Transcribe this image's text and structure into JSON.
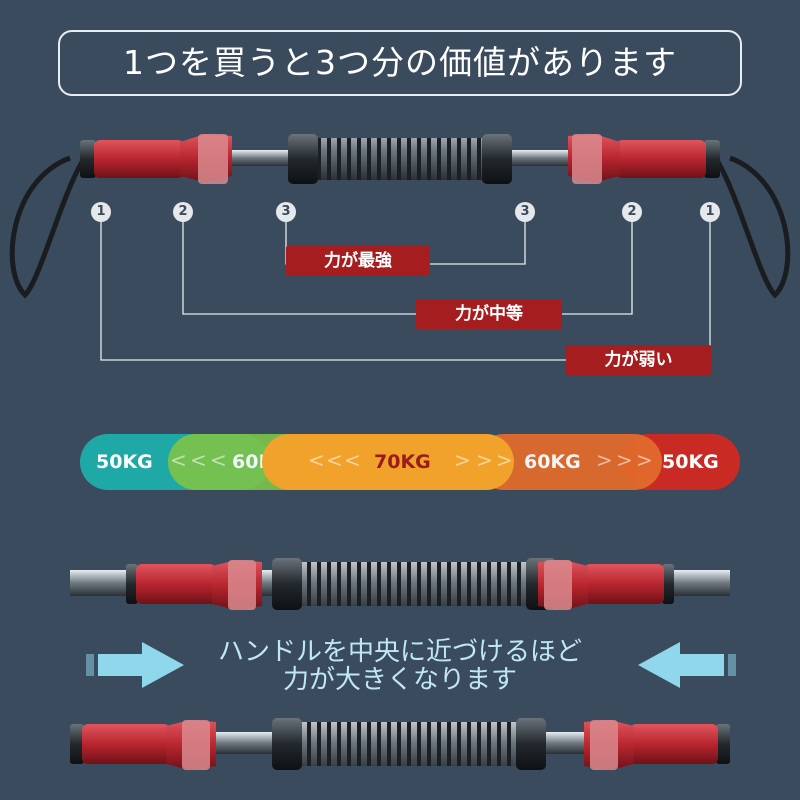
{
  "banner": {
    "text": "1つを買うと3つ分の価値があります"
  },
  "markers": [
    "1",
    "2",
    "3",
    "3",
    "2",
    "1"
  ],
  "strength_labels": {
    "strongest": "力が最強",
    "medium": "力が中等",
    "weak": "力が弱い"
  },
  "scale": [
    {
      "label": "50KG",
      "color": "#1ea9a7"
    },
    {
      "label": "60KG",
      "color": "#7cc24a"
    },
    {
      "label": "70KG",
      "color": "#f0a22a"
    },
    {
      "label": "60KG",
      "color": "#e06a2c"
    },
    {
      "label": "50KG",
      "color": "#c92b24"
    }
  ],
  "scale_chevrons": [
    "<",
    "<",
    "<",
    "<",
    "<",
    "<",
    ">",
    ">",
    ">",
    ">",
    ">",
    ">"
  ],
  "caption": {
    "line1": "ハンドルを中央に近づけるほど",
    "line2": "力が大きくなります"
  },
  "colors": {
    "background": "#3a4b5e",
    "handle_red": "#c4303a",
    "label_red": "#a61d1f",
    "arrow_cyan": "#8fd7ea"
  },
  "icons": [
    "arrow-right-icon",
    "arrow-left-icon"
  ]
}
